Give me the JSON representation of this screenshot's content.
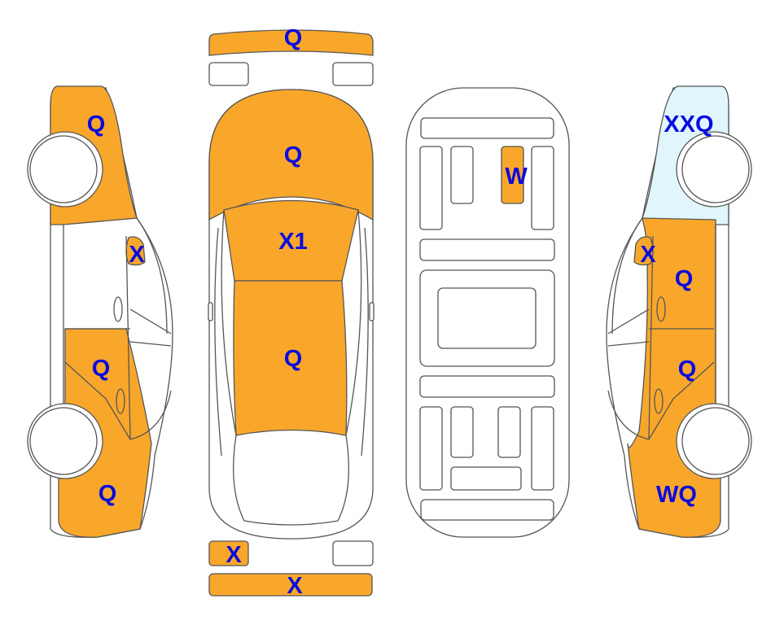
{
  "colors": {
    "damaged": "#F9A72B",
    "highlight": "#E0F6FC",
    "label": "#0A0AE0",
    "outline": "#555555"
  },
  "left_side": {
    "front_fender": "Q",
    "mirror": "X",
    "front_door": "Q",
    "rear_fender": "Q"
  },
  "top_view": {
    "front_bumper": "Q",
    "hood": "Q",
    "windshield": "X1",
    "roof": "Q",
    "rear_corner": "X",
    "rear_bumper": "X"
  },
  "interior": {
    "seat_panel": "W"
  },
  "right_side": {
    "front_fender": "XXQ",
    "mirror": "X",
    "front_door": "Q",
    "rear_door": "Q",
    "rear_fender": "WQ"
  }
}
